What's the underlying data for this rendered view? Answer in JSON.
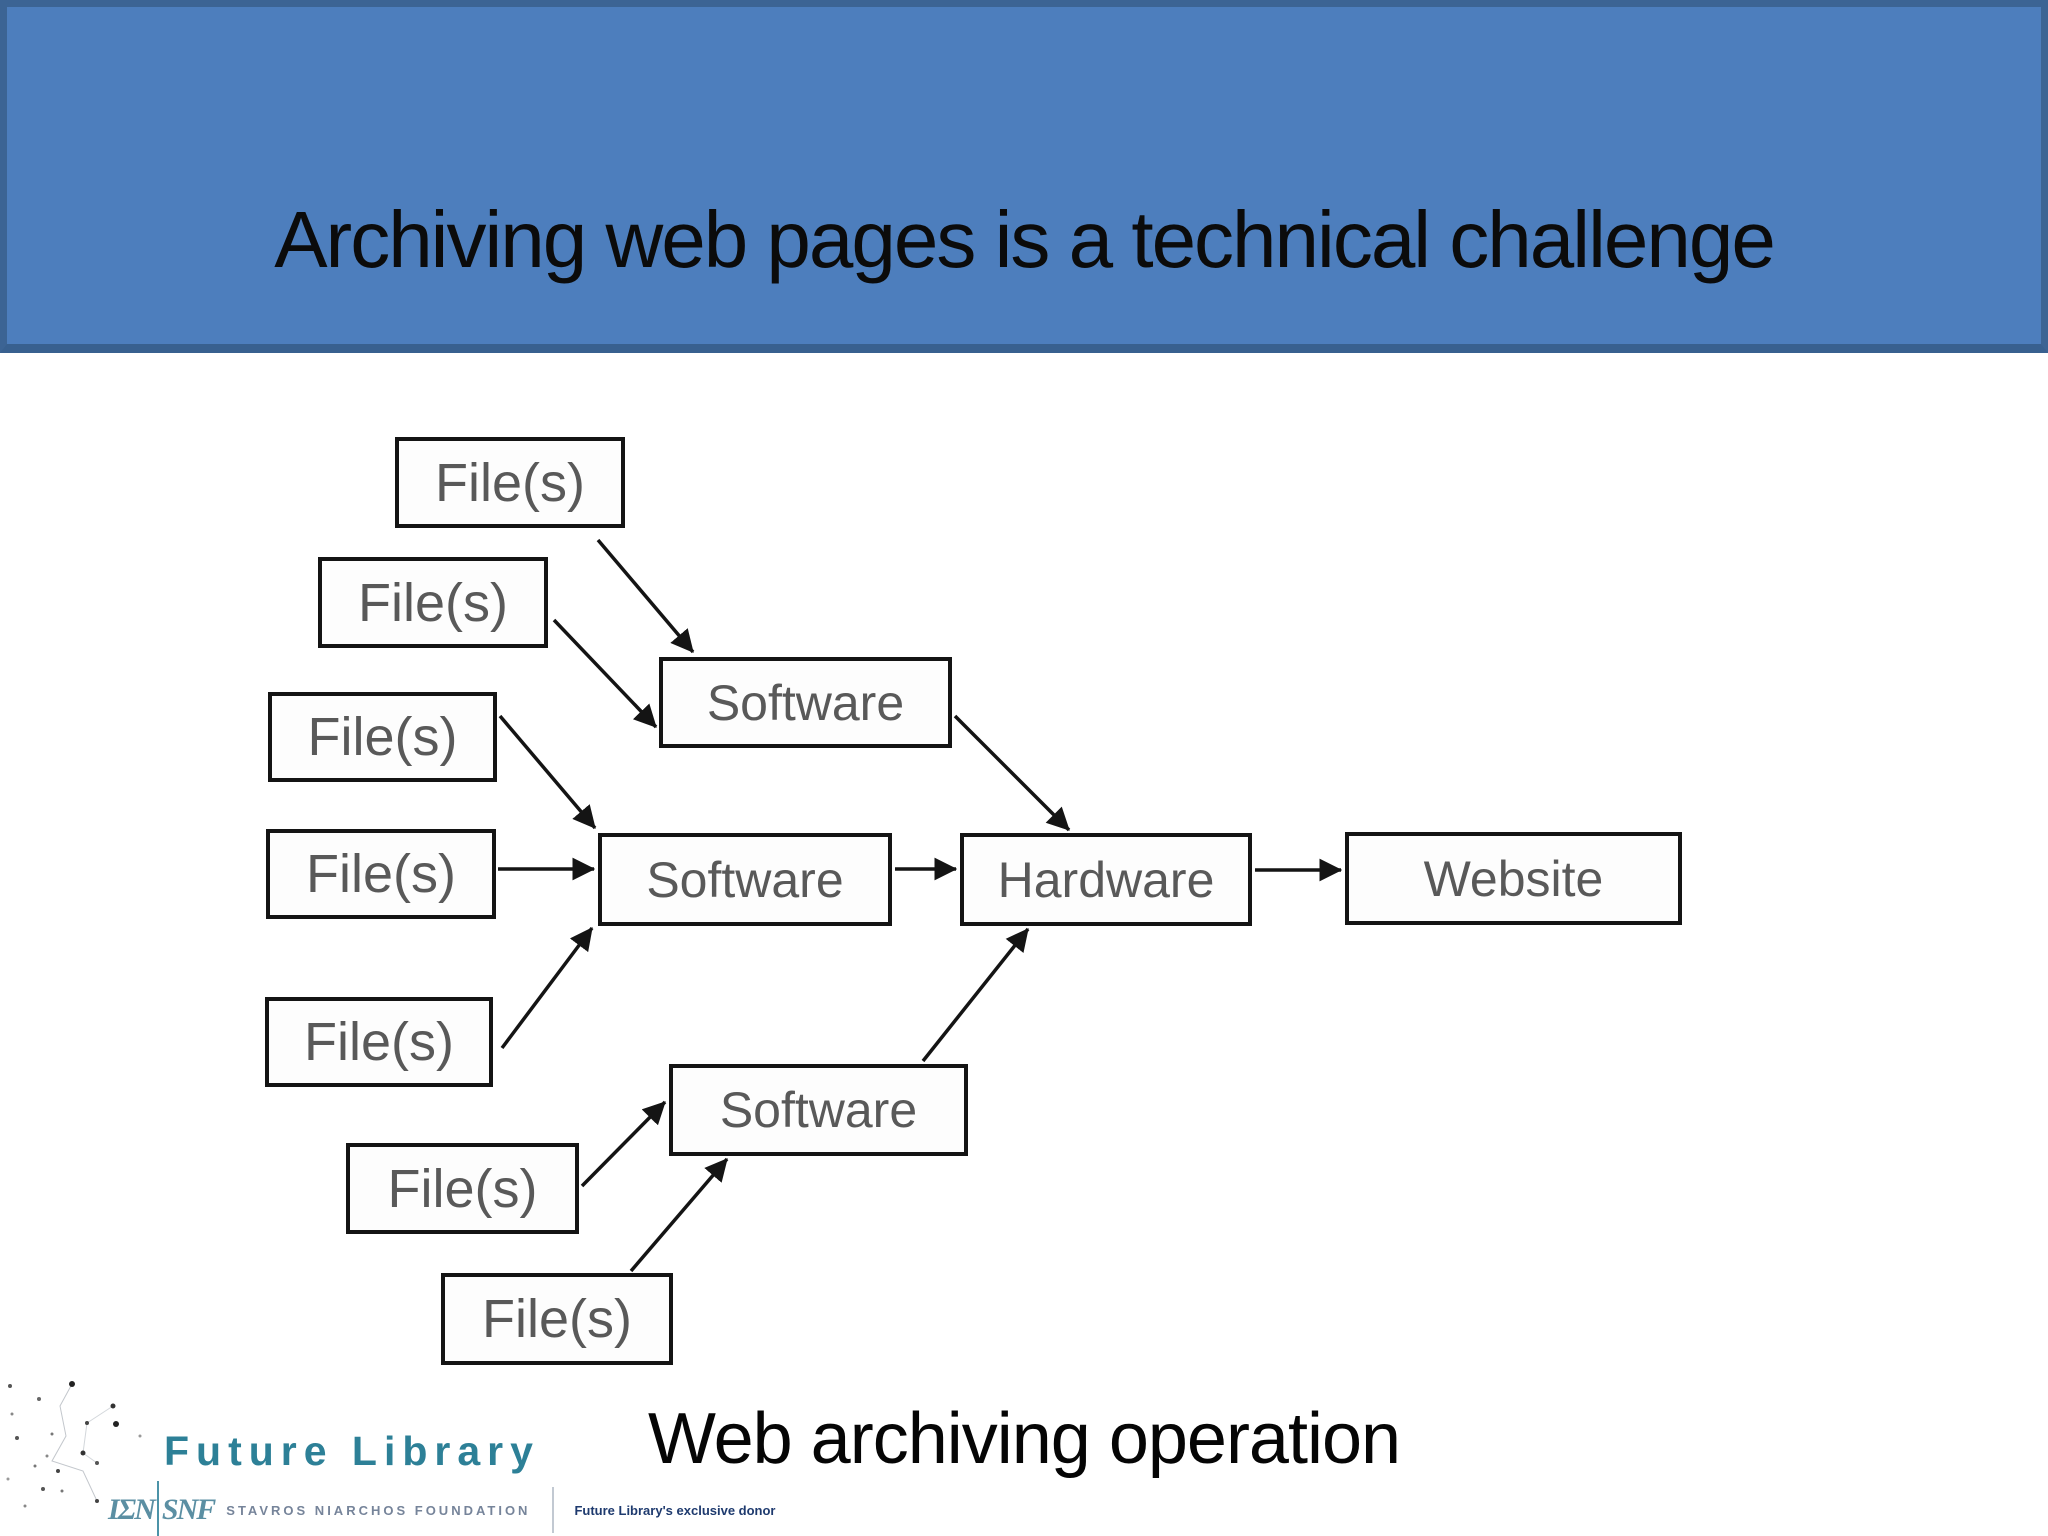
{
  "header": {
    "title": "Archiving web pages is a technical challenge"
  },
  "diagram": {
    "nodes": [
      {
        "id": "file-1",
        "label": "File(s)"
      },
      {
        "id": "file-2",
        "label": "File(s)"
      },
      {
        "id": "file-3",
        "label": "File(s)"
      },
      {
        "id": "file-4",
        "label": "File(s)"
      },
      {
        "id": "file-5",
        "label": "File(s)"
      },
      {
        "id": "file-6",
        "label": "File(s)"
      },
      {
        "id": "file-7",
        "label": "File(s)"
      },
      {
        "id": "software-1",
        "label": "Software"
      },
      {
        "id": "software-2",
        "label": "Software"
      },
      {
        "id": "software-3",
        "label": "Software"
      },
      {
        "id": "hardware",
        "label": "Hardware"
      },
      {
        "id": "website",
        "label": "Website"
      }
    ],
    "edges": [
      {
        "from": "file-1",
        "to": "software-1"
      },
      {
        "from": "file-2",
        "to": "software-1"
      },
      {
        "from": "file-3",
        "to": "software-2"
      },
      {
        "from": "file-4",
        "to": "software-2"
      },
      {
        "from": "file-5",
        "to": "software-2"
      },
      {
        "from": "file-6",
        "to": "software-3"
      },
      {
        "from": "file-7",
        "to": "software-3"
      },
      {
        "from": "software-1",
        "to": "hardware"
      },
      {
        "from": "software-2",
        "to": "hardware"
      },
      {
        "from": "software-3",
        "to": "hardware"
      },
      {
        "from": "hardware",
        "to": "website"
      }
    ]
  },
  "caption": {
    "text": "Web archiving operation"
  },
  "footer": {
    "brand": "Future Library",
    "snf_mark_left": "ΙΣΝ",
    "snf_mark_right": "SNF",
    "foundation": "STAVROS NIARCHOS FOUNDATION",
    "donor_note": "Future Library's exclusive donor"
  },
  "colors": {
    "banner_blue": "#4d7ebd",
    "banner_border": "#3c6494",
    "node_text_gray": "#595959",
    "node_border_black": "#141414",
    "brand_teal": "#2d8097",
    "foundation_gray": "#76849a",
    "donor_navy": "#1e3a6e"
  }
}
